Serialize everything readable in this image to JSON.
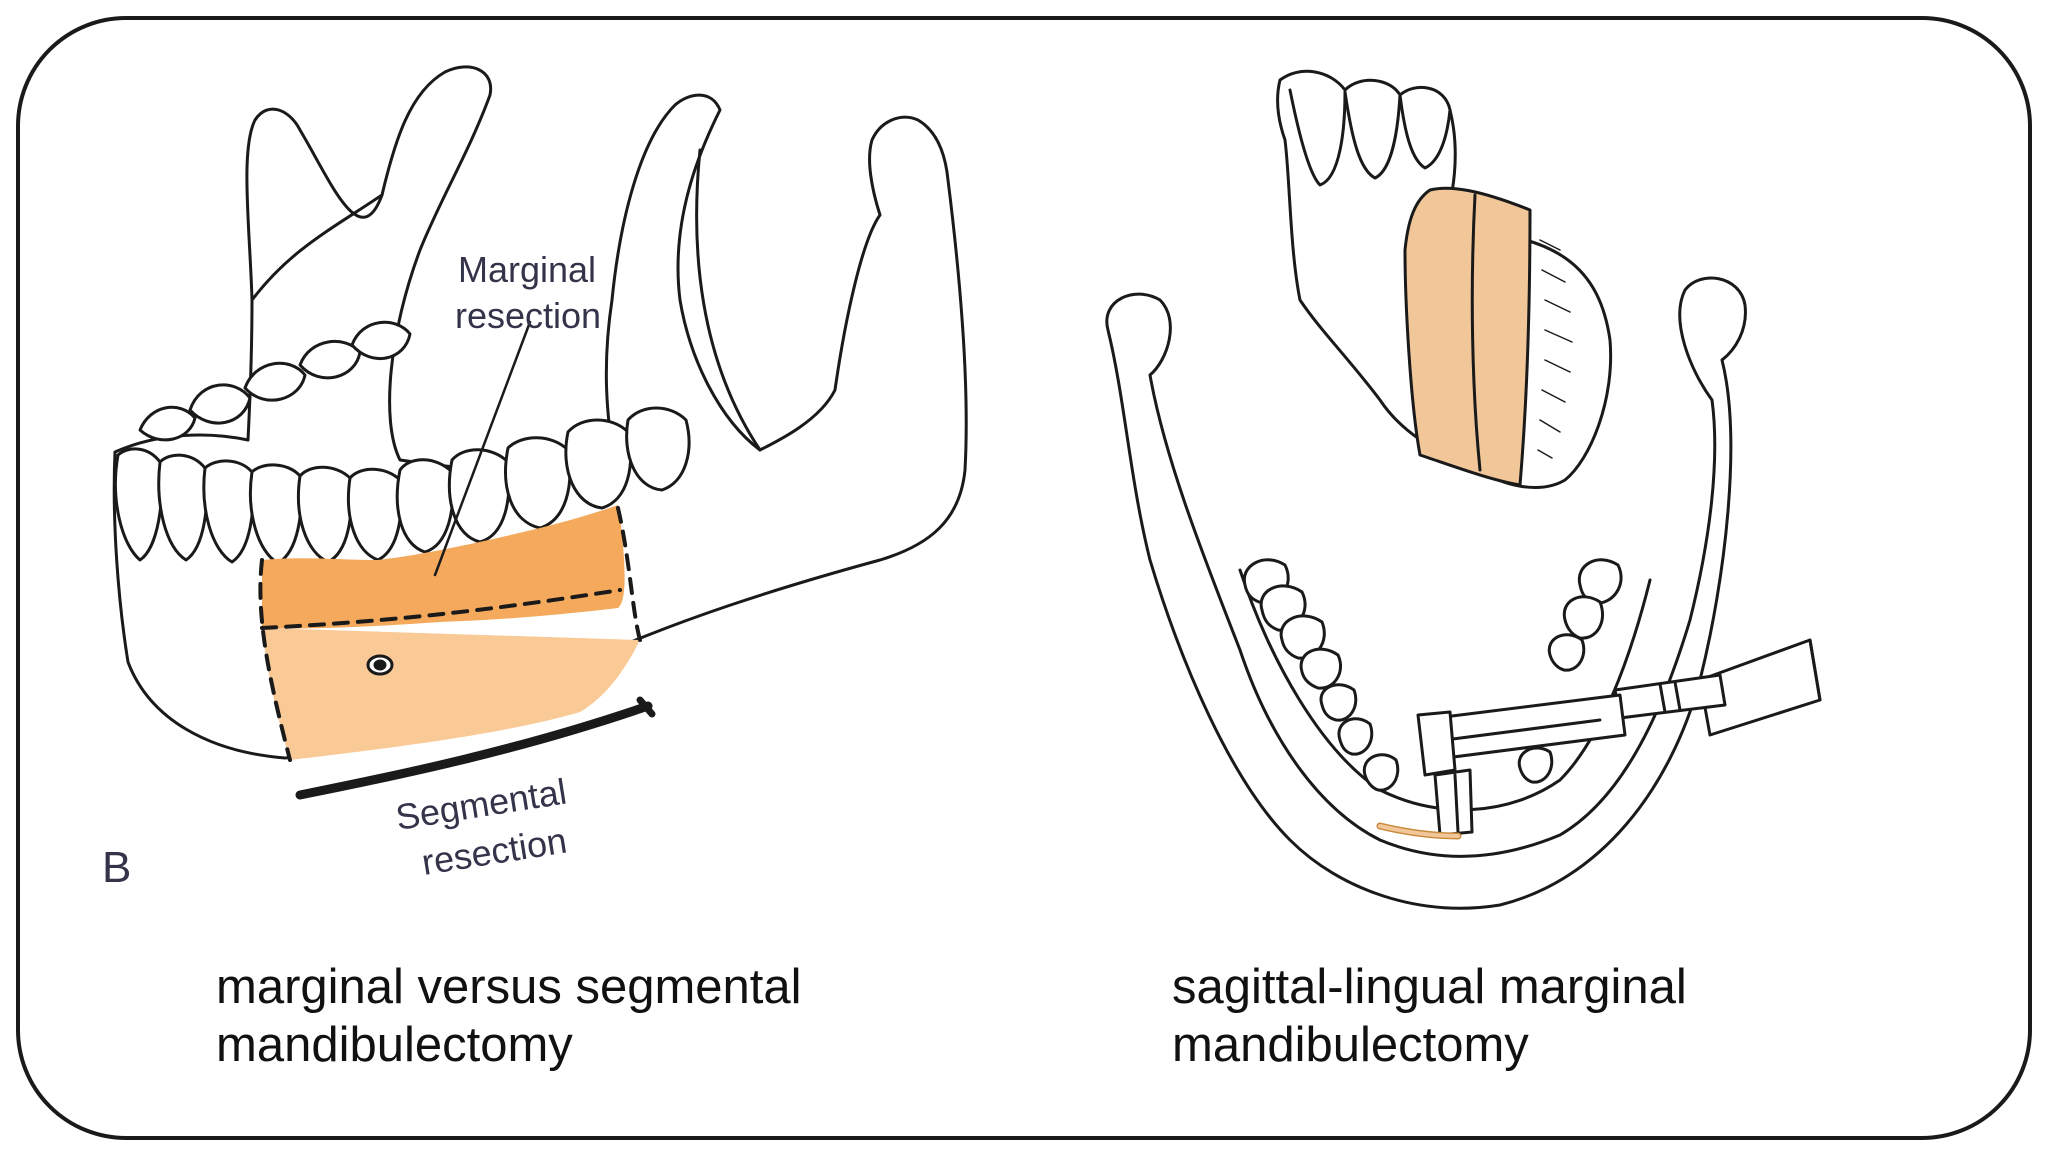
{
  "figure": {
    "left": {
      "panel_letter": "B",
      "label_marginal": {
        "line1": "Marginal",
        "line2": "resection"
      },
      "label_segmental": {
        "line1": "Segmental",
        "line2": "resection"
      },
      "caption": {
        "line1": "marginal versus segmental",
        "line2": "mandibulectomy"
      }
    },
    "right": {
      "caption": {
        "line1": "sagittal-lingual marginal",
        "line2": "mandibulectomy"
      }
    }
  },
  "colors": {
    "segmental_fill": "#f9c996",
    "marginal_fill": "#f4a95c",
    "bone_cut_fill": "#f1c699",
    "outline": "#1a1a1a",
    "frame": "#1a1a1a"
  }
}
